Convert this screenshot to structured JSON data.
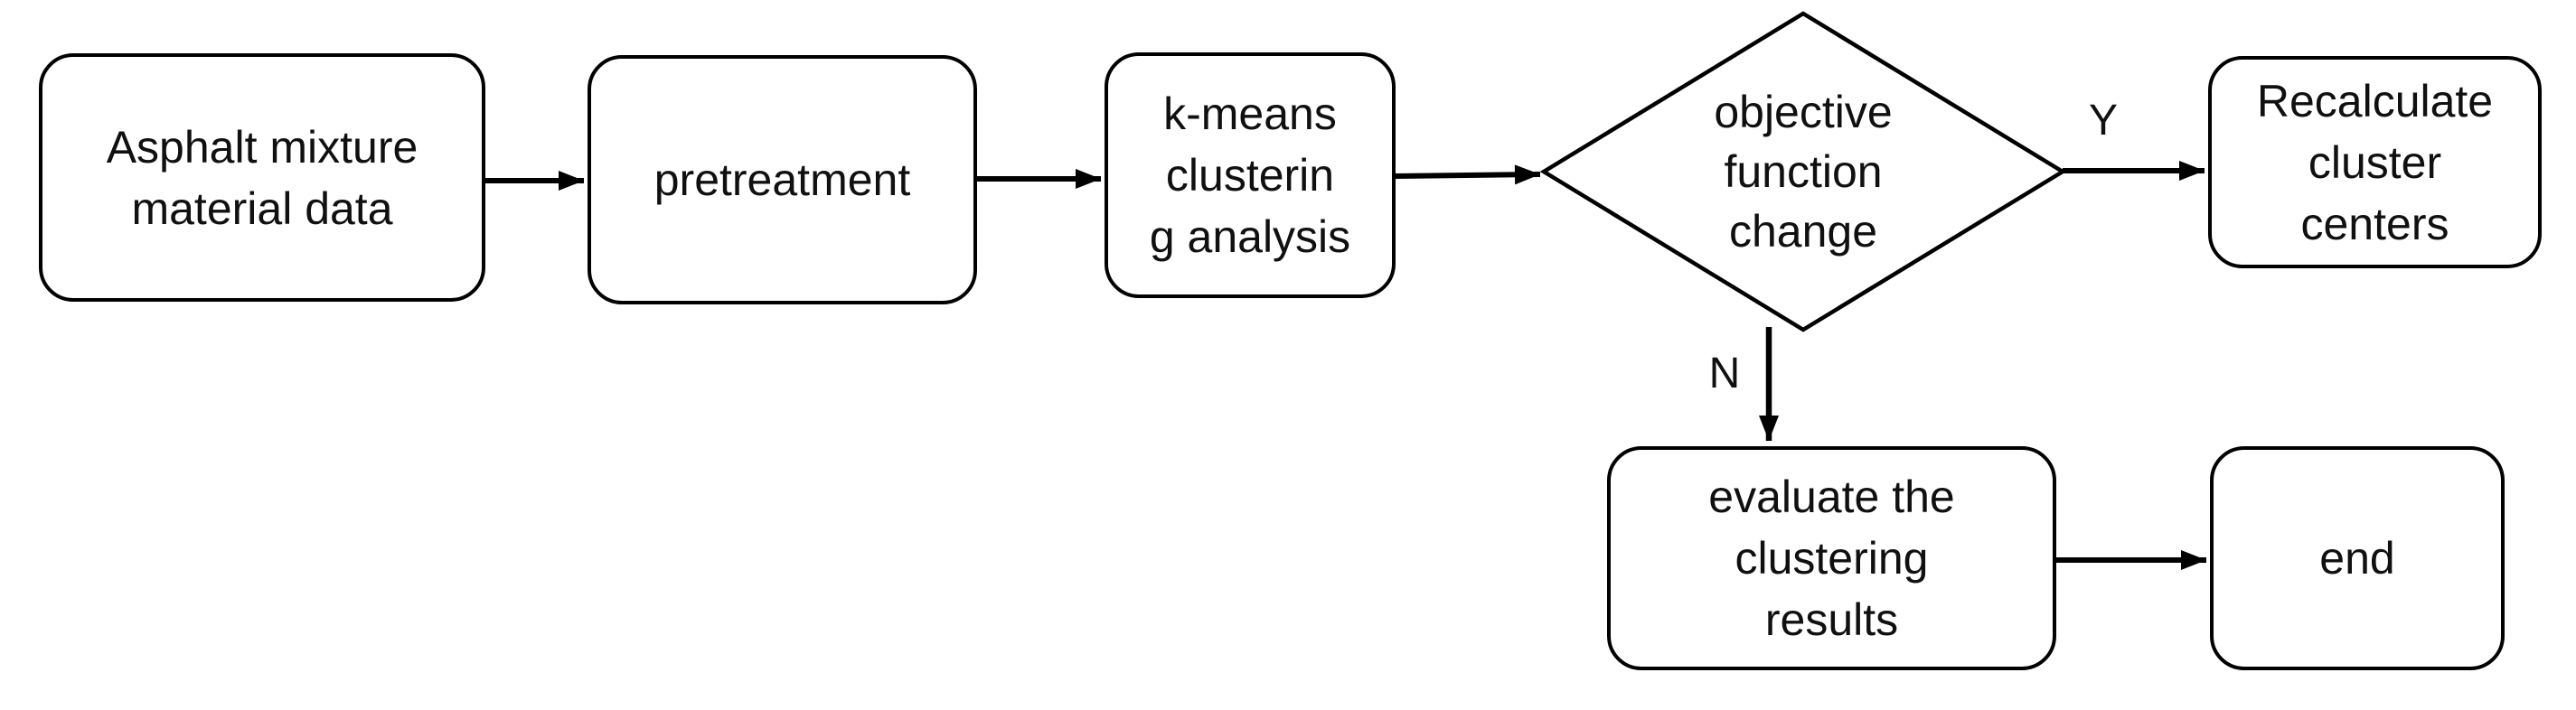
{
  "flowchart": {
    "background": "#ffffff",
    "stroke_color": "#000000",
    "text_color": "#101010",
    "nodes": {
      "asphalt": {
        "shape": "rounded-rect",
        "label": "Asphalt mixture\nmaterial data"
      },
      "pretreatment": {
        "shape": "rounded-rect",
        "label": "pretreatment"
      },
      "kmeans": {
        "shape": "rounded-rect",
        "label": "k-means\nclusterin\ng analysis"
      },
      "decision": {
        "shape": "diamond",
        "label": "objective\nfunction\nchange"
      },
      "recalculate": {
        "shape": "rounded-rect",
        "label": "Recalculate\ncluster\ncenters"
      },
      "evaluate": {
        "shape": "rounded-rect",
        "label": "evaluate the\nclustering\nresults"
      },
      "end": {
        "shape": "rounded-rect",
        "label": "end"
      }
    },
    "edges": [
      {
        "from": "asphalt",
        "to": "pretreatment",
        "label": ""
      },
      {
        "from": "pretreatment",
        "to": "kmeans",
        "label": ""
      },
      {
        "from": "kmeans",
        "to": "decision",
        "label": ""
      },
      {
        "from": "decision",
        "to": "recalculate",
        "label": "Y"
      },
      {
        "from": "decision",
        "to": "evaluate",
        "label": "N"
      },
      {
        "from": "evaluate",
        "to": "end",
        "label": ""
      }
    ]
  }
}
